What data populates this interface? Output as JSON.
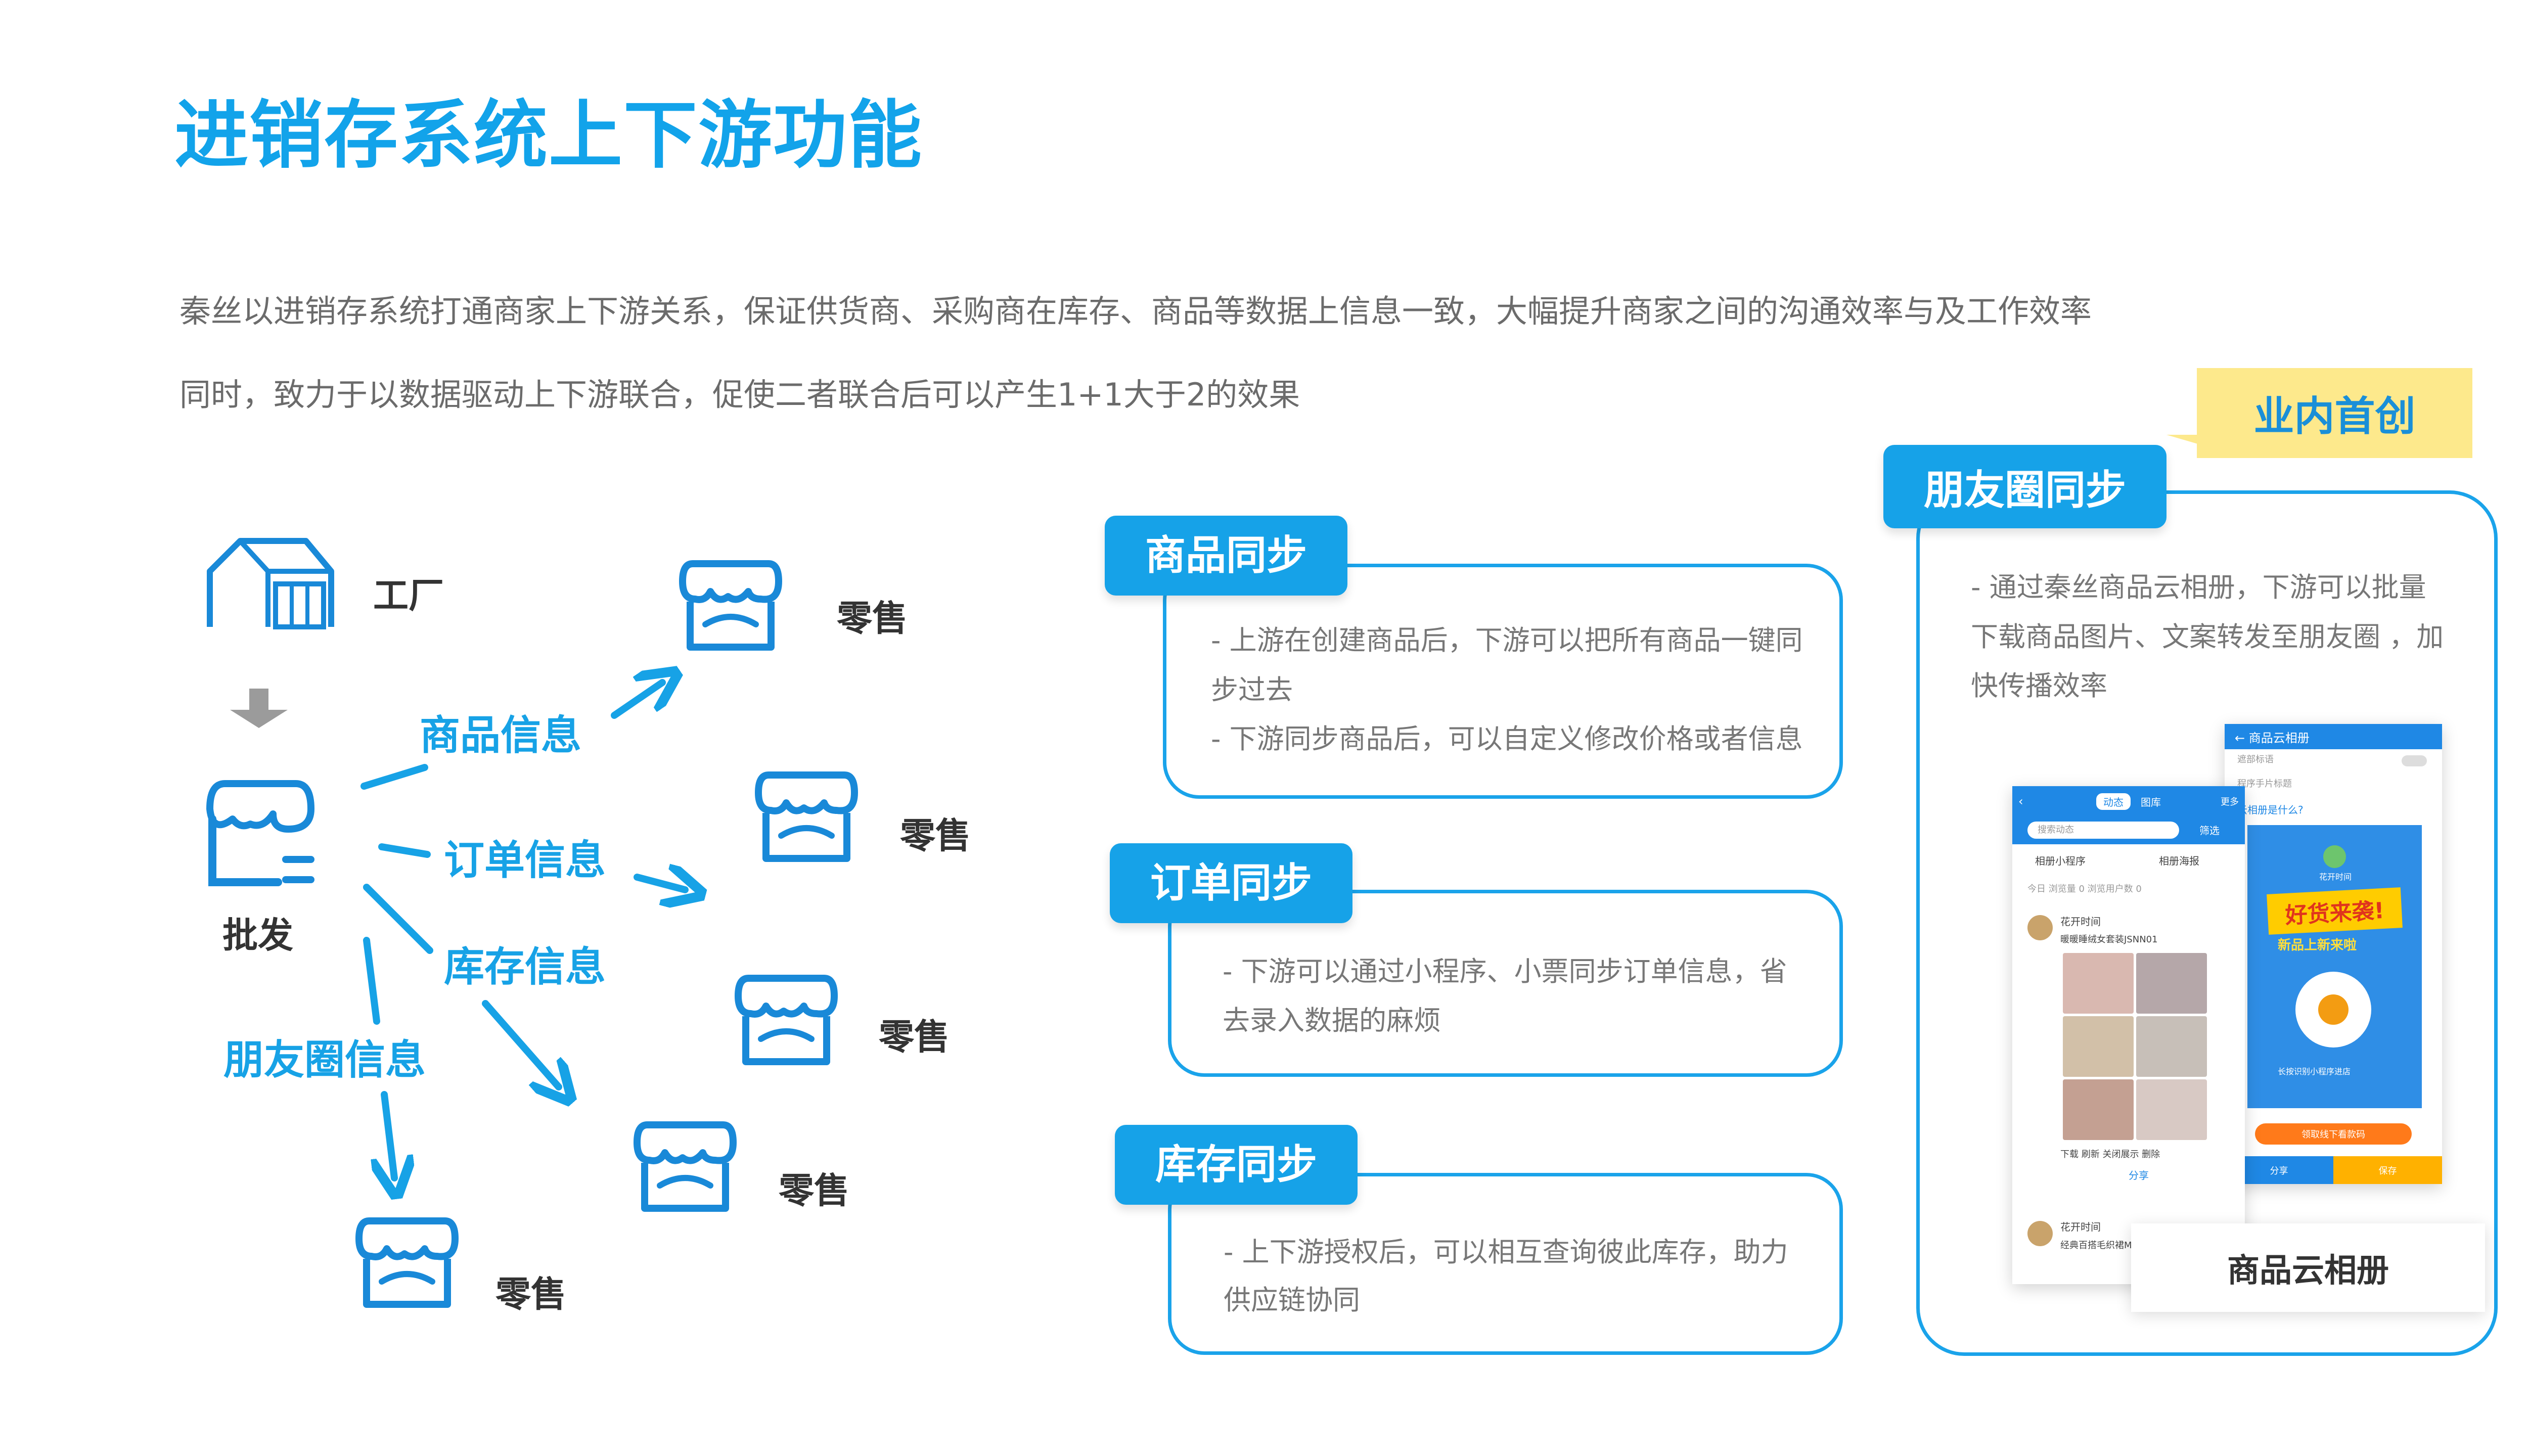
{
  "title": "进销存系统上下游功能",
  "intro": {
    "line1": "秦丝以进销存系统打通商家上下游关系，保证供货商、采购商在库存、商品等数据上信息一致，大幅提升商家之间的沟通效率与及工作效率",
    "line2": "同时，致力于以数据驱动上下游联合，促使二者联合后可以产生1+1大于2的效果"
  },
  "diagram": {
    "factory": "工厂",
    "wholesale": "批发",
    "retail": "零售",
    "flows": {
      "product": "商品信息",
      "order": "订单信息",
      "inventory": "库存信息",
      "moments": "朋友圈信息"
    }
  },
  "cards": [
    {
      "tag": "商品同步",
      "lines": [
        "- 上游在创建商品后，下游可以把所有商品一键同",
        "步过去",
        "- 下游同步商品后，可以自定义修改价格或者信息"
      ]
    },
    {
      "tag": "订单同步",
      "lines": [
        "- 下游可以通过小程序、小票同步订单信息，省",
        "去录入数据的麻烦"
      ]
    },
    {
      "tag": "库存同步",
      "lines": [
        "- 上下游授权后，可以相互查询彼此库存，助力",
        "供应链协同"
      ]
    }
  ],
  "moments_panel": {
    "badge": "业内首创",
    "tag": "朋友圈同步",
    "lines": [
      "- 通过秦丝商品云相册，下游可以批量",
      "下载商品图片、文案转发至朋友圈 ，加",
      "快传播效率"
    ],
    "caption": "商品云相册",
    "phone_back": {
      "header": "← 商品云相册",
      "row1": "遮部标语",
      "row2": "程序手片标题",
      "row3": "云相册是什么?",
      "logo_text": "花开时间",
      "banner": "好货来袭!",
      "subbanner": "新品上新来啦",
      "qr_hint": "长按识别小程序进店",
      "cta": "领取线下看款码",
      "btn_share": "分享",
      "btn_save": "保存"
    },
    "phone_front": {
      "tab1": "动态",
      "tab2": "图库",
      "more": "更多",
      "search": "搜索动态",
      "filter": "筛选",
      "mini": "相册小程序",
      "poster": "相册海报",
      "stats": "今日   浏览量  0        浏览用户数  0",
      "shop": "花开时间",
      "item1": "暖暖睡绒女套装JSNN01",
      "actions": "下载    刷新    关闭展示    删除",
      "share": "分享",
      "item2": "经典百搭毛织裙ML8125"
    }
  }
}
